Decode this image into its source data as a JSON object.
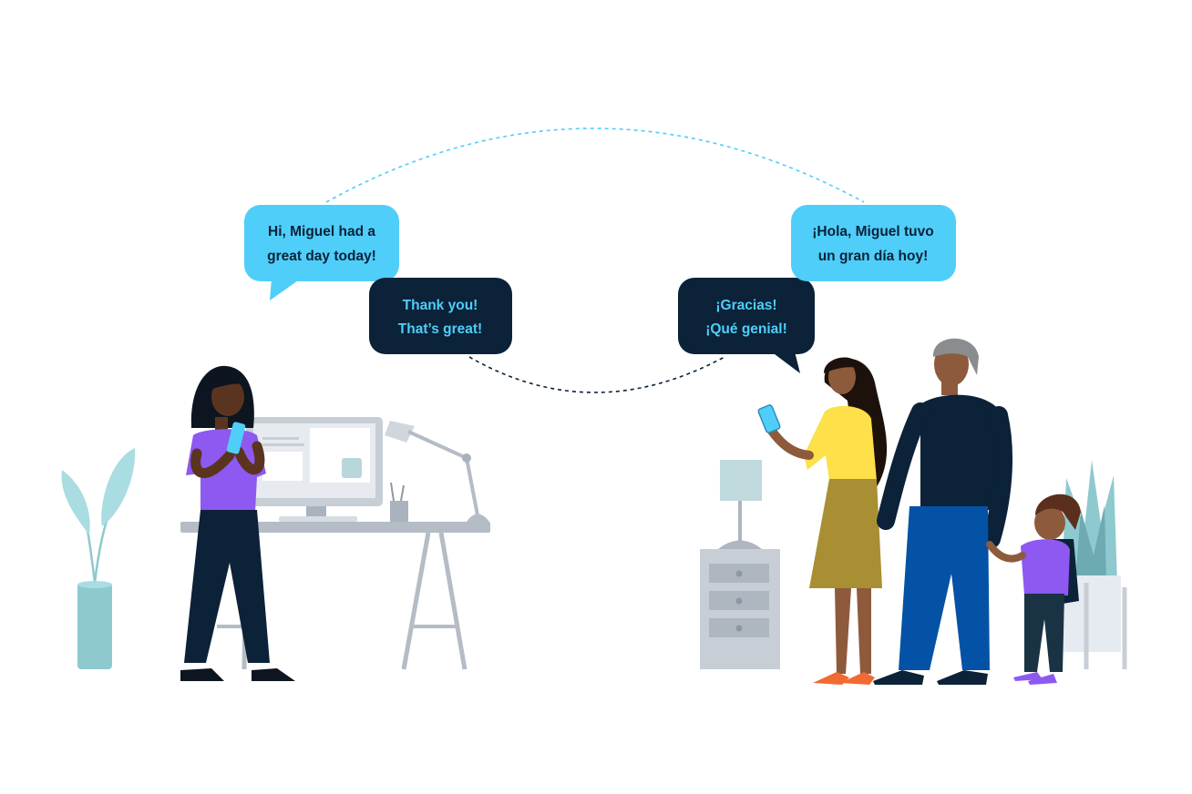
{
  "conversation": {
    "teacher_message": {
      "line1": "Hi, Miguel had a",
      "line2": "great day today!"
    },
    "teacher_reply_received": {
      "line1": "Thank you!",
      "line2": "That’s great!"
    },
    "parent_reply": {
      "line1": "¡Gracias!",
      "line2": "¡Qué genial!"
    },
    "parent_message_received": {
      "line1": "¡Hola, Miguel tuvo",
      "line2": "un gran día hoy!"
    }
  },
  "colors": {
    "light_bubble": "#4fcefa",
    "dark_bubble": "#0b2238",
    "dark_bubble_text": "#4fcefa",
    "light_bubble_text": "#0b2238",
    "purple": "#8d59f0",
    "navy": "#0b2238",
    "skin_dark": "#5b3420",
    "skin_medium": "#8e5a3c",
    "hair_grey": "#8a8d90",
    "yellow": "#fde04a",
    "olive": "#a88f33",
    "blue": "#0452a5",
    "orange": "#f16a32",
    "furniture_grey": "#c8ced6",
    "plant_teal": "#8ec9cf"
  },
  "icons": [
    "smartphone-icon",
    "desk-lamp-icon",
    "computer-monitor-icon",
    "pencil-cup-icon"
  ]
}
